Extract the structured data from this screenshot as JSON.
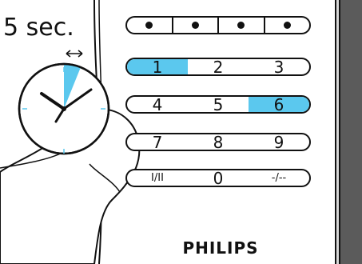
{
  "time_label": "5 sec.",
  "brand": "PHILIPS",
  "key_rows": [
    [
      "1",
      "2",
      "3"
    ],
    [
      "4",
      "5",
      "6"
    ],
    [
      "7",
      "8",
      "9"
    ],
    [
      "I/II",
      "0",
      "-/--"
    ]
  ],
  "highlighted_keys": [
    "1",
    "6"
  ],
  "colors": {
    "highlight": "#5bc8ee",
    "outline": "#111111",
    "side_panel": "#5b5b5b"
  },
  "icons": [
    "stopwatch-icon",
    "pointing-finger-icon",
    "double-arrow-icon"
  ]
}
